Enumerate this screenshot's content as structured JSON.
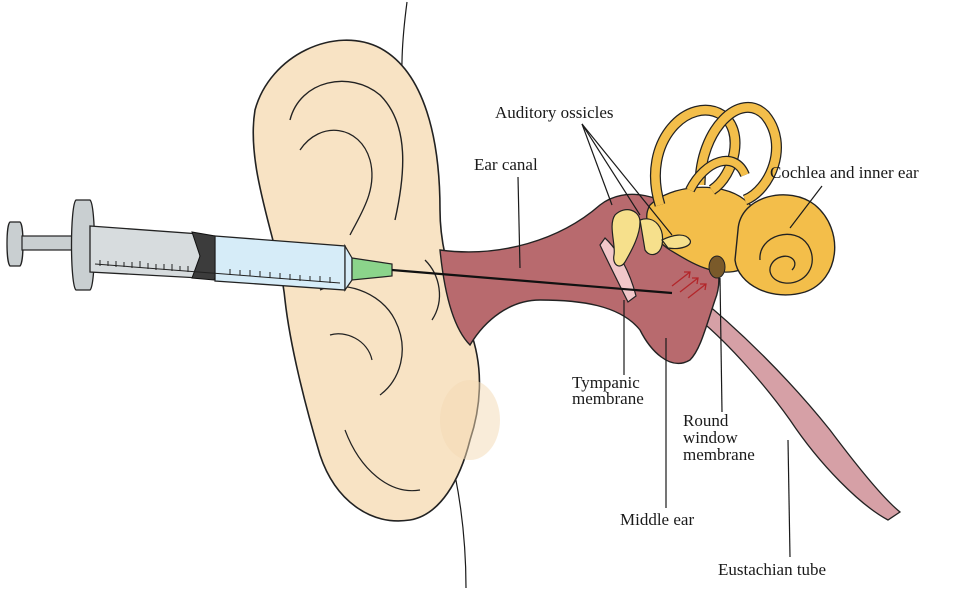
{
  "diagram": {
    "labels": {
      "auditory_ossicles": "Auditory ossicles",
      "ear_canal": "Ear canal",
      "cochlea_inner_ear": "Cochlea and inner ear",
      "tympanic_line1": "Tympanic",
      "tympanic_line2": "membrane",
      "round_line1": "Round",
      "round_line2": "window",
      "round_line3": "membrane",
      "middle_ear": "Middle ear",
      "eustachian_tube": "Eustachian tube"
    },
    "colors": {
      "skin": "#f8e3c4",
      "canal": "#b86a6e",
      "canal_dark": "#9c5258",
      "inner_ear": "#f3be4a",
      "ossicle": "#f6e08c",
      "syringe_fluid": "#d6ecf8",
      "syringe_barrel": "#c9cfd1",
      "needle_hub": "#8bd48b",
      "plunger_tip": "#3c3c3c"
    }
  }
}
